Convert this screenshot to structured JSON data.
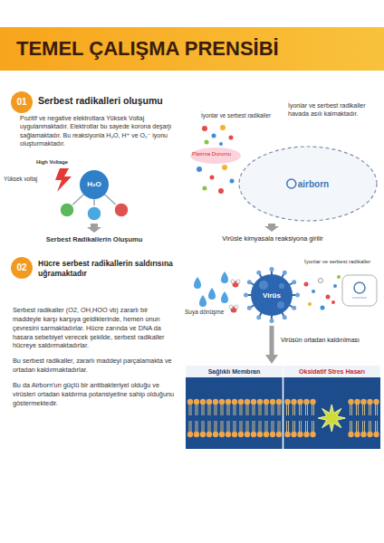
{
  "diagram": {
    "title": "TEMEL ÇALIŞMA PRENSİBİ",
    "nodes": [
      {
        "text": [
          "01"
        ]
      },
      {
        "text": [
          "H₂O"
        ]
      },
      {
        "text": [
          "airborn"
        ]
      },
      {
        "text": [
          "02"
        ]
      },
      {
        "text": [
          "Virüs"
        ]
      },
      {
        "text": [
          "Sağlıklı Membran",
          "Oksidatif Stres Hasarı"
        ]
      }
    ],
    "edges": [
      {
        "from": 4,
        "to": 5,
        "arrow": "to",
        "label": "Virüsün ortadan kaldırılması"
      }
    ],
    "labels": [
      "Serbest radikalleri oluşumu",
      "Pozitif ve negative elektrotlara Yüksek Voltaj uygulanmaktadır. Elektrotlar bu sayede korona deşarjı sağlamaktadır. Bu reaksiyonla H₂O, H⁺ ve O₂⁻ iyonu oluşturmaktadır.",
      "High Voltage",
      "Yüksek voltaj",
      "Serbest Radikallerin Oluşumu",
      "İyonlar ve serbest radikaller",
      "Plazma Durumu",
      "İyonlar ve serbest radikaller havada asılı kalmaktadır.",
      "Virüsle kimyasala reaksiyona girilir",
      "Hücre serbest radikallerin saldırısına uğramaktadır",
      "İyonlar ve serbest radikaller",
      "Suya dönüşme",
      "Serbest radikaller (O2, OH,HOO vb) zararlı bir maddeyle karşı karşıya geldiklerinde, hemen onun çevresini sarmaktadırlar. Hücre zarında ve DNA da hasara sebebiyet verecek şekilde, serbest radikaller hücreye saldırmaktadırlar.",
      "Bu serbest radikaller, zararlı maddeyi parçalamakta ve ortadan kaldırmaktadırlar.",
      "Bu da Airborn'un güçlü bir antibakteriyel olduğu ve virüsleri ortadan kaldırma potansiyeline sahip olduğunu göstermektedir."
    ]
  }
}
